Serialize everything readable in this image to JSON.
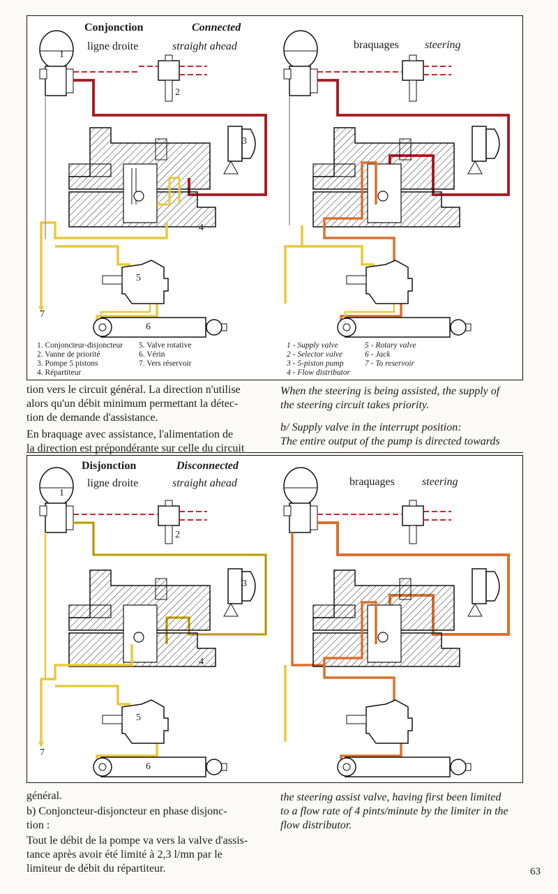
{
  "top_panel": {
    "left_title_fr": "Conjonction",
    "left_sub_fr": "ligne droite",
    "left_title_en": "Connected",
    "left_sub_en": "straight ahead",
    "right_title_fr": "braquages",
    "right_title_en": "steering",
    "legend_fr_col1": [
      "1. Conjoncteur-disjoncteur",
      "2. Vanne de priorité",
      "3. Pompe 5 pistons",
      "4. Répartiteur"
    ],
    "legend_fr_col2": [
      "5. Valve rotative",
      "6. Vérin",
      "7. Vers réservoir"
    ],
    "legend_en_col1": [
      "1 - Supply valve",
      "2 - Selector valve",
      "3 - 5-piston pump",
      "4 - Flow distributor"
    ],
    "legend_en_col2": [
      "5 - Rotary valve",
      "6 - Jack",
      "7 - To reservoir"
    ]
  },
  "bottom_panel": {
    "left_title_fr": "Disjonction",
    "left_sub_fr": "ligne droite",
    "left_title_en": "Disconnected",
    "left_sub_en": "straight ahead",
    "right_title_fr": "braquages",
    "right_title_en": "steering"
  },
  "callouts": [
    "1",
    "2",
    "3",
    "4",
    "5",
    "6",
    "7"
  ],
  "text_mid": {
    "fr_1": "tion vers le circuit général. La direction n'utilise",
    "fr_2": "alors qu'un débit minimum permettant la détec-",
    "fr_3": "tion de demande d'assistance.",
    "fr_4": "En braquage avec assistance, l'alimentation de",
    "fr_5": "la direction est prépondérante sur celle du circuit",
    "en_1": "When the steering is being assisted, the supply of",
    "en_2": "the steering circuit takes priority.",
    "en_3": "b/ Supply valve in the interrupt position:",
    "en_4": "The entire output of the pump is directed towards"
  },
  "text_bottom": {
    "fr_1": "général.",
    "fr_2": "b) Conjoncteur-disjoncteur en phase disjonc-",
    "fr_3": "tion :",
    "fr_4": "Tout le débit de la pompe va vers la valve d'assis-",
    "fr_5": "tance après avoir été limité à 2,3 l/mn par le",
    "fr_6": "limiteur de débit du répartiteur.",
    "en_1": "the steering assist valve, having first been limited",
    "en_2": "to a flow rate of 4 pints/minute by the limiter in the",
    "en_3": "flow distributor."
  },
  "page_number": "63",
  "colors": {
    "red": "#c8242b",
    "yellow": "#e9c93a",
    "orange": "#d9702e",
    "line": "#111111"
  }
}
